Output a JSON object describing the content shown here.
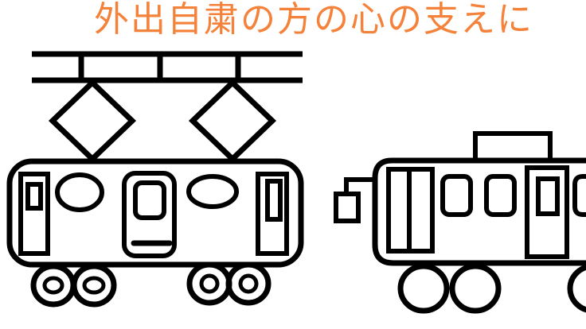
{
  "title": {
    "text": "外出自粛の方の心の支えに",
    "color": "#f5823a"
  },
  "illustration": {
    "stroke_color": "#000000",
    "background_color": "#ffffff",
    "left_train": {
      "kind": "electric-train-front-view",
      "has_pantographs": true,
      "pantograph_count": 2,
      "wheel_count": 4
    },
    "right_train": {
      "kind": "train-car-side-view",
      "partially_cropped": true,
      "wheel_count_visible": 3
    }
  }
}
